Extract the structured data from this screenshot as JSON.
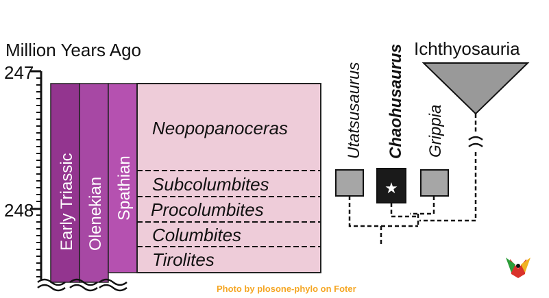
{
  "axis": {
    "title": "Million Years Ago",
    "ticks": [
      "247",
      "248"
    ]
  },
  "columns": [
    {
      "name": "early-triassic",
      "label": "Early Triassic",
      "color": "#93358f"
    },
    {
      "name": "olenekian",
      "label": "Olenekian",
      "color": "#a748a4"
    },
    {
      "name": "spathian",
      "label": "Spathian",
      "color": "#b551b0"
    }
  ],
  "zones": {
    "fill": "#eeccd9",
    "items": [
      {
        "name": "neopopanoceras",
        "label": "Neopopanoceras"
      },
      {
        "name": "subcolumbites",
        "label": "Subcolumbites"
      },
      {
        "name": "procolumbites",
        "label": "Procolumbites"
      },
      {
        "name": "columbites",
        "label": "Columbites"
      },
      {
        "name": "tirolites",
        "label": "Tirolites"
      }
    ]
  },
  "taxa": [
    {
      "name": "utatsusaurus",
      "label": "Utatsusaurus",
      "color": "#a6a6a6"
    },
    {
      "name": "chaohusaurus",
      "label": "Chaohusaurus",
      "color": "#1a1a1a"
    },
    {
      "name": "grippia",
      "label": "Grippia",
      "color": "#a6a6a6"
    }
  ],
  "clade": {
    "label": "Ichthyosauria",
    "color": "#999999"
  },
  "credit": {
    "text": "Photo by plosone-phylo on Foter",
    "color": "#f5a623"
  }
}
